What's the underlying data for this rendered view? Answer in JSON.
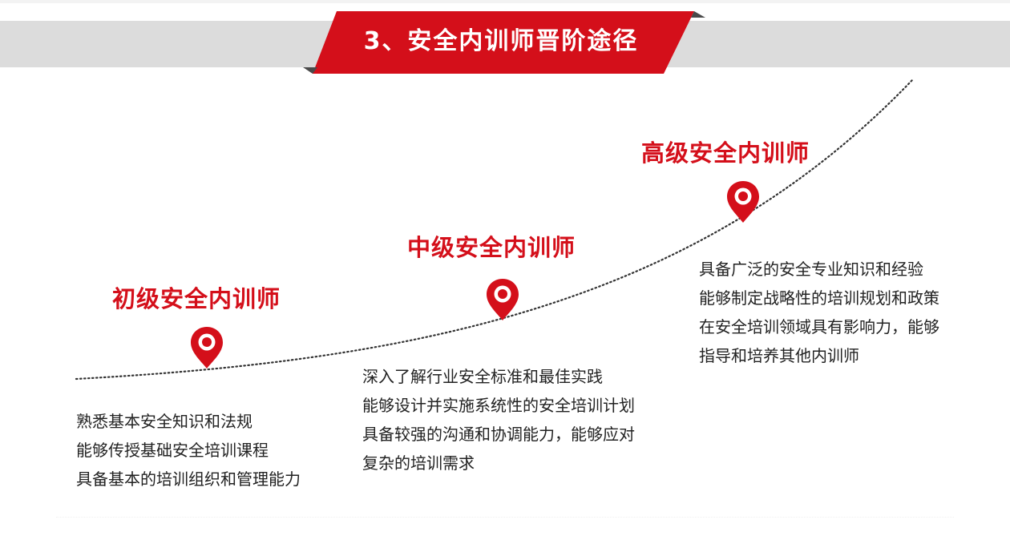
{
  "header": {
    "title": "3、安全内训师晋阶途径",
    "colors": {
      "banner": "#d40f1a",
      "band": "#dcdcdc",
      "shadow": "#555555"
    }
  },
  "levels": [
    {
      "title": "初级安全内训师",
      "icon": "location-pin-icon",
      "lines": [
        "熟悉基本安全知识和法规",
        "能够传授基础安全培训课程",
        "具备基本的培训组织和管理能力"
      ]
    },
    {
      "title": "中级安全内训师",
      "icon": "location-pin-icon",
      "lines": [
        "深入了解行业安全标准和最佳实践",
        "能够设计并实施系统性的安全培训计划",
        "具备较强的沟通和协调能力，能够应对",
        "复杂的培训需求"
      ]
    },
    {
      "title": "高级安全内训师",
      "icon": "location-pin-icon",
      "lines": [
        "具备广泛的安全专业知识和经验",
        "能够制定战略性的培训规划和政策",
        "在安全培训领域具有影响力，能够",
        "指导和培养其他内训师"
      ]
    }
  ],
  "accent_color": "#d40f1a",
  "text_color": "#222222"
}
